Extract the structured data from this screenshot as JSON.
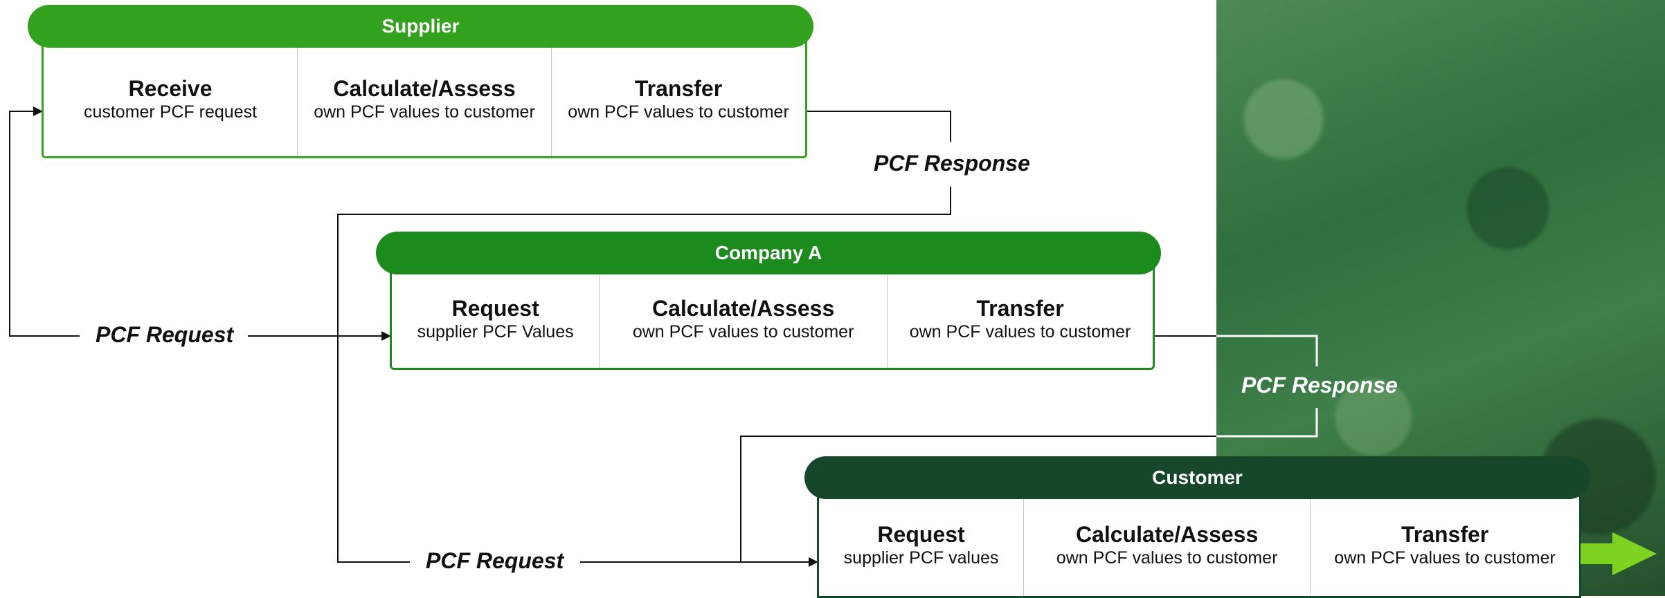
{
  "colors": {
    "supplier": "#33a21f",
    "company_a": "#1c8b1d",
    "customer": "#17472a",
    "connector": "#111111",
    "arrow": "#7ed321"
  },
  "supplier": {
    "title": "Supplier",
    "steps": [
      {
        "verb": "Receive",
        "object": "customer PCF request"
      },
      {
        "verb": "Calculate/Assess",
        "object": "own PCF values to customer"
      },
      {
        "verb": "Transfer",
        "object": "own PCF values to customer"
      }
    ]
  },
  "company_a": {
    "title": "Company A",
    "steps": [
      {
        "verb": "Request",
        "object": "supplier PCF Values"
      },
      {
        "verb": "Calculate/Assess",
        "object": "own PCF values to customer"
      },
      {
        "verb": "Transfer",
        "object": "own PCF values to customer"
      }
    ]
  },
  "customer": {
    "title": "Customer",
    "steps": [
      {
        "verb": "Request",
        "object": "supplier PCF values"
      },
      {
        "verb": "Calculate/Assess",
        "object": "own PCF values to customer"
      },
      {
        "verb": "Transfer",
        "object": "own PCF values to customer"
      }
    ]
  },
  "flows": {
    "response_1": "PCF Response",
    "request_1": "PCF Request",
    "response_2": "PCF Response",
    "request_2": "PCF Request"
  },
  "icons": {
    "background": "forest-image",
    "next": "arrow-right-icon"
  }
}
